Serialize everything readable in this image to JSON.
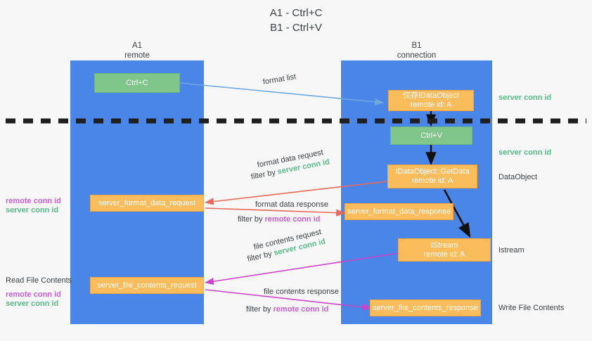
{
  "title": {
    "line1": "A1 - Ctrl+C",
    "line2": "B1 - Ctrl+V"
  },
  "colors": {
    "lane": "#4a86e8",
    "orange_box": "#fbbc5c",
    "green_box": "#80c68a",
    "server_conn_id": "#57bb8a",
    "remote_conn_id": "#c95fd6",
    "text": "#3c4043",
    "divider": "#1f1f1f",
    "arrow_blue": "#6fa8dc",
    "arrow_red": "#e8685a",
    "arrow_magenta": "#cc44cc",
    "arrow_black": "#000000",
    "background": "#f7f7f7"
  },
  "lanes": [
    {
      "name": "A1",
      "sub": "remote"
    },
    {
      "name": "B1",
      "sub": "connection"
    }
  ],
  "nodes": {
    "ctrl_c": {
      "line1": "Ctrl+C"
    },
    "idataobject": {
      "line1": "仅存IDataObject",
      "line2": "remote id: A"
    },
    "ctrl_v": {
      "line1": "Ctrl+V"
    },
    "getdata": {
      "line1": "IDataObject::GetData",
      "line2": "remote id: A"
    },
    "istream": {
      "line1": "IStream",
      "line2": "remote id: A"
    },
    "server_format_data_request": {
      "line1": "server_format_data_request"
    },
    "server_format_data_response": {
      "line1": "server_format_data_response"
    },
    "server_file_contents_request": {
      "line1": "server_file_contents_request"
    },
    "server_file_contents_response": {
      "line1": "server_file_contents_response"
    }
  },
  "right_labels": {
    "server_conn_id_top": "server conn id",
    "server_conn_id_mid": "server conn id",
    "dataobject": "DataObject",
    "istream": "Istream",
    "write_file_contents": "Write File Contents"
  },
  "left_labels": {
    "remote_conn_id_1": "remote conn id",
    "server_conn_id_1": "server conn id",
    "read_file_contents": "Read File Contents",
    "remote_conn_id_2": "remote conn id",
    "server_conn_id_2": "server conn id"
  },
  "arrow_labels": {
    "format_list": "format list",
    "format_data_request": "format data request",
    "format_data_request_filter_prefix": "filter by ",
    "format_data_request_filter_value": "server conn id",
    "format_data_response": "format data response",
    "format_data_response_filter_prefix": "filter by ",
    "format_data_response_filter_value": "remote conn id",
    "file_contents_request": "file contents request",
    "file_contents_request_filter_prefix": "filter by ",
    "file_contents_request_filter_value": "server conn id",
    "file_contents_response": "file contents response",
    "file_contents_response_filter_prefix": "filter by ",
    "file_contents_response_filter_value": "remote conn id"
  }
}
